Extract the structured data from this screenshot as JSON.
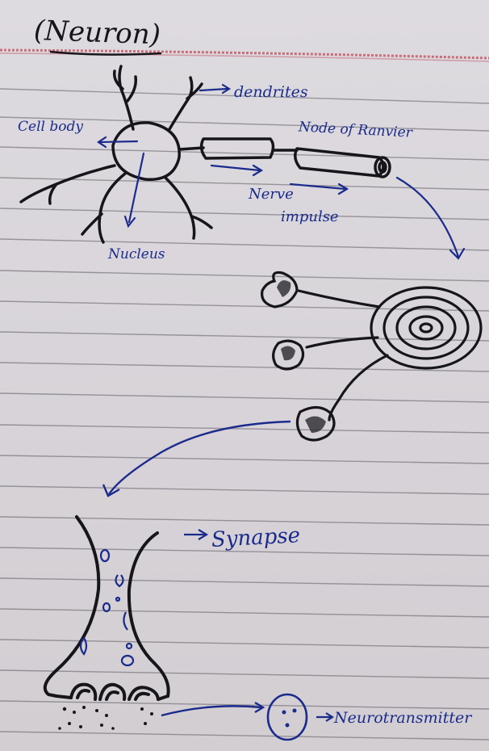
{
  "diagram": {
    "title": "(Neuron)",
    "labels": {
      "dendrites": "dendrites",
      "cell_body": "Cell body",
      "node_of_ranvier": "Node of Ranvier",
      "nerve": "Nerve",
      "impulse": "impulse",
      "nucleus": "Nucleus",
      "synapse": "Synapse",
      "neurotransmitter": "Neurotransmitter"
    },
    "colors": {
      "ink_black": "#15151a",
      "ink_blue": "#1a2b8c",
      "margin_red": "#c45a6a",
      "paper_line": "#5e5b64"
    }
  }
}
